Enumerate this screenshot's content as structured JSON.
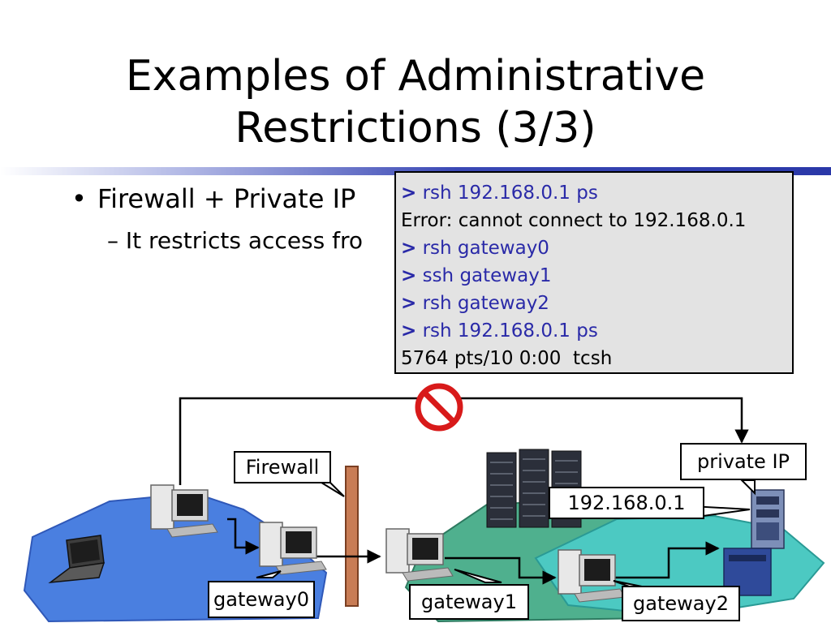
{
  "slide": {
    "title_line1": "Examples of Administrative",
    "title_line2": "Restrictions (3/3)",
    "bullet_marker": "•",
    "bullet": "Firewall + Private IP",
    "sub_bullet": "– It restricts access fro"
  },
  "terminal": {
    "prompt": ">",
    "lines": [
      {
        "kind": "cmd",
        "text": "rsh 192.168.0.1 ps"
      },
      {
        "kind": "out",
        "text": "Error: cannot connect to 192.168.0.1"
      },
      {
        "kind": "cmd",
        "text": "rsh gateway0"
      },
      {
        "kind": "cmd",
        "text": "ssh gateway1"
      },
      {
        "kind": "cmd",
        "text": "rsh gateway2"
      },
      {
        "kind": "cmd",
        "text": "rsh 192.168.0.1 ps"
      },
      {
        "kind": "out",
        "text": "5764 pts/10 0:00  tcsh"
      }
    ]
  },
  "diagram": {
    "firewall_label": "Firewall",
    "private_ip_label": "private IP",
    "ip_address_label": "192.168.0.1",
    "gateway0_label": "gateway0",
    "gateway1_label": "gateway1",
    "gateway2_label": "gateway2",
    "icons": [
      "laptop-icon",
      "desktop-computer-icon",
      "server-rack-icon",
      "blocked-icon"
    ]
  },
  "colors": {
    "command_text": "#2a2aa8",
    "terminal_bg": "#e3e3e3",
    "internal_network": "#4a7fe0",
    "private_network_green": "#4fb08e",
    "private_network_teal": "#4cc9c2",
    "firewall_wall": "#c87c55",
    "blocked_red": "#d81a1a"
  }
}
